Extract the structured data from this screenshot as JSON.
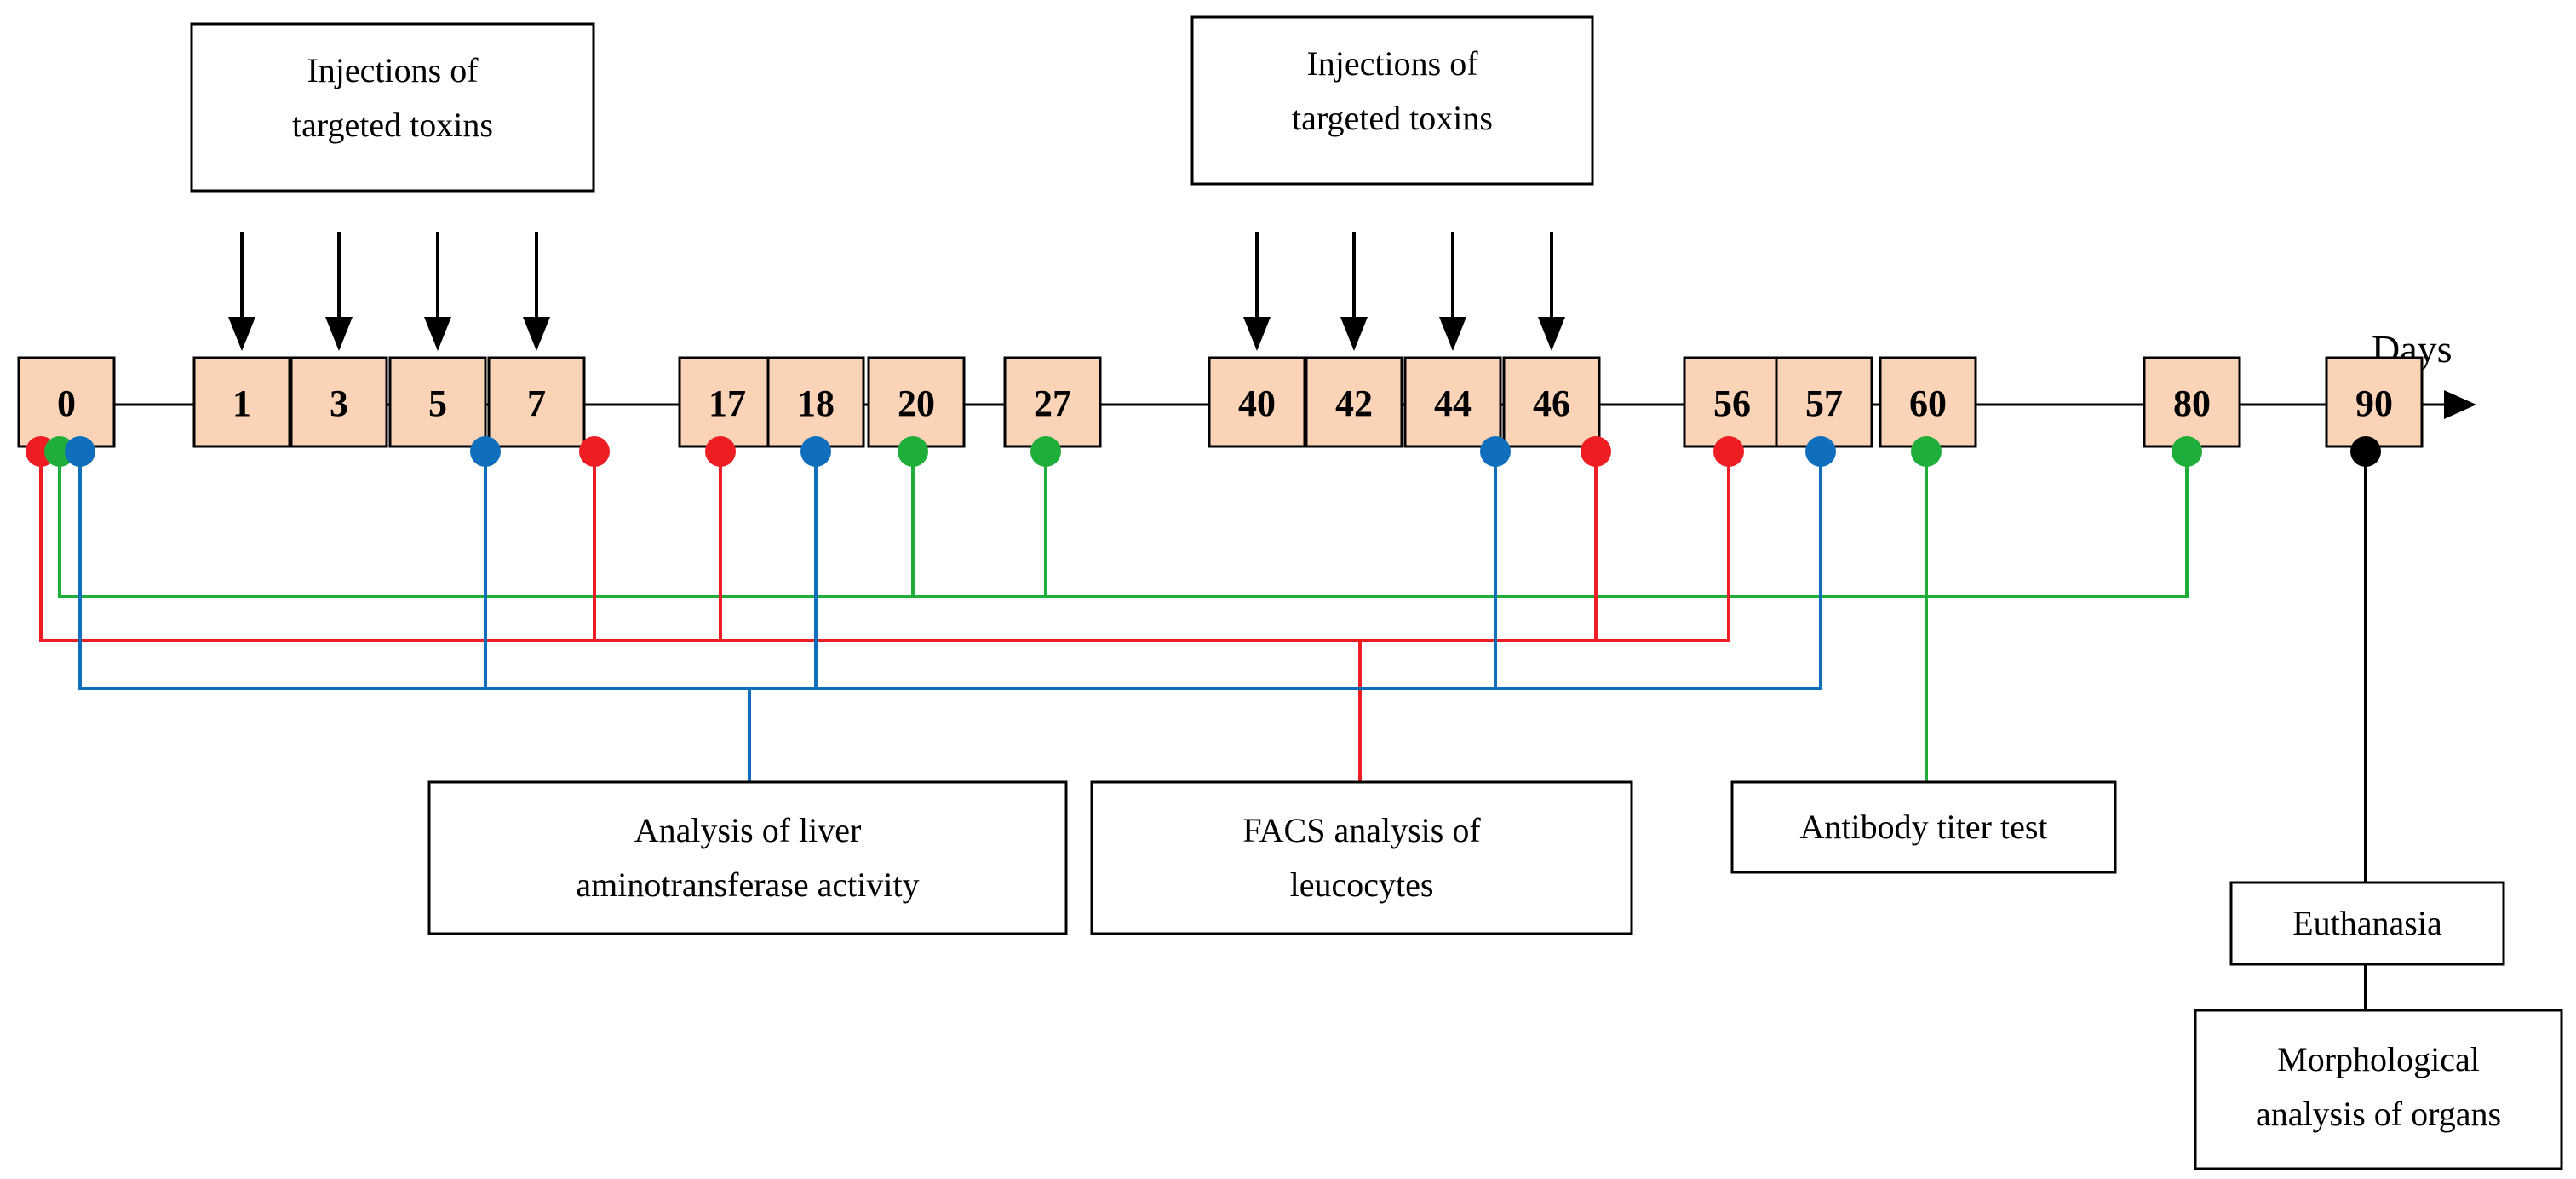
{
  "axis_label": "Days",
  "days": [
    "0",
    "1",
    "3",
    "5",
    "7",
    "17",
    "18",
    "20",
    "27",
    "40",
    "42",
    "44",
    "46",
    "56",
    "57",
    "60",
    "80",
    "90"
  ],
  "injection_label": "Injections of targeted toxins",
  "injection_days": [
    "1",
    "3",
    "5",
    "7",
    "40",
    "42",
    "44",
    "46"
  ],
  "colors": {
    "day_box_fill": "#fbd3b6",
    "red": "#ee1d24",
    "green": "#1fae3a",
    "blue": "#0f6fbd",
    "black": "#000000"
  },
  "analyses": {
    "liver": {
      "label": "Analysis of liver aminotransferase activity",
      "color": "blue",
      "days": [
        "0",
        "5",
        "18",
        "44",
        "57"
      ]
    },
    "facs": {
      "label": "FACS analysis of leucocytes",
      "color": "red",
      "days": [
        "0",
        "7",
        "17",
        "46",
        "56"
      ]
    },
    "antibody": {
      "label": "Antibody titer test",
      "color": "green",
      "days": [
        "0",
        "20",
        "27",
        "60",
        "80"
      ]
    },
    "euthanasia": {
      "label": "Euthanasia",
      "color": "black",
      "days": [
        "90"
      ]
    },
    "morphology": {
      "label": "Morphological analysis of organs"
    }
  }
}
